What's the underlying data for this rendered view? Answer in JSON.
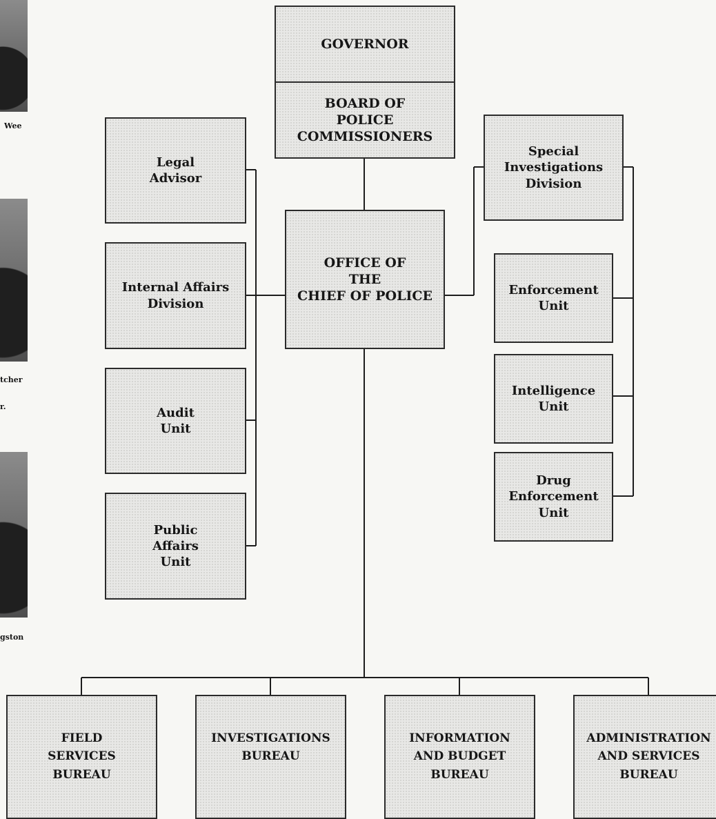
{
  "org_chart": {
    "top": {
      "governor": "GOVERNOR",
      "board": [
        "BOARD OF",
        "POLICE",
        "COMMISSIONERS"
      ]
    },
    "chief": [
      "OFFICE OF",
      "THE",
      "CHIEF OF POLICE"
    ],
    "left_units": [
      {
        "lines": [
          "Legal",
          "Advisor"
        ]
      },
      {
        "lines": [
          "Internal Affairs",
          "Division"
        ]
      },
      {
        "lines": [
          "Audit",
          "Unit"
        ]
      },
      {
        "lines": [
          "Public",
          "Affairs",
          "Unit"
        ]
      }
    ],
    "right_division": [
      "Special",
      "Investigations",
      "Division"
    ],
    "right_units": [
      {
        "lines": [
          "Enforcement",
          "Unit"
        ]
      },
      {
        "lines": [
          "Intelligence",
          "Unit"
        ]
      },
      {
        "lines": [
          "Drug",
          "Enforcement",
          "Unit"
        ]
      }
    ],
    "bureaus": [
      {
        "lines": [
          "FIELD",
          "SERVICES",
          "BUREAU"
        ]
      },
      {
        "lines": [
          "INVESTIGATIONS",
          "BUREAU"
        ]
      },
      {
        "lines": [
          "INFORMATION",
          "AND BUDGET",
          "BUREAU"
        ]
      },
      {
        "lines": [
          "ADMINISTRATION",
          "AND SERVICES",
          "BUREAU"
        ]
      }
    ]
  },
  "side_captions": [
    "Wee",
    "tcher",
    "r.",
    "gston"
  ]
}
